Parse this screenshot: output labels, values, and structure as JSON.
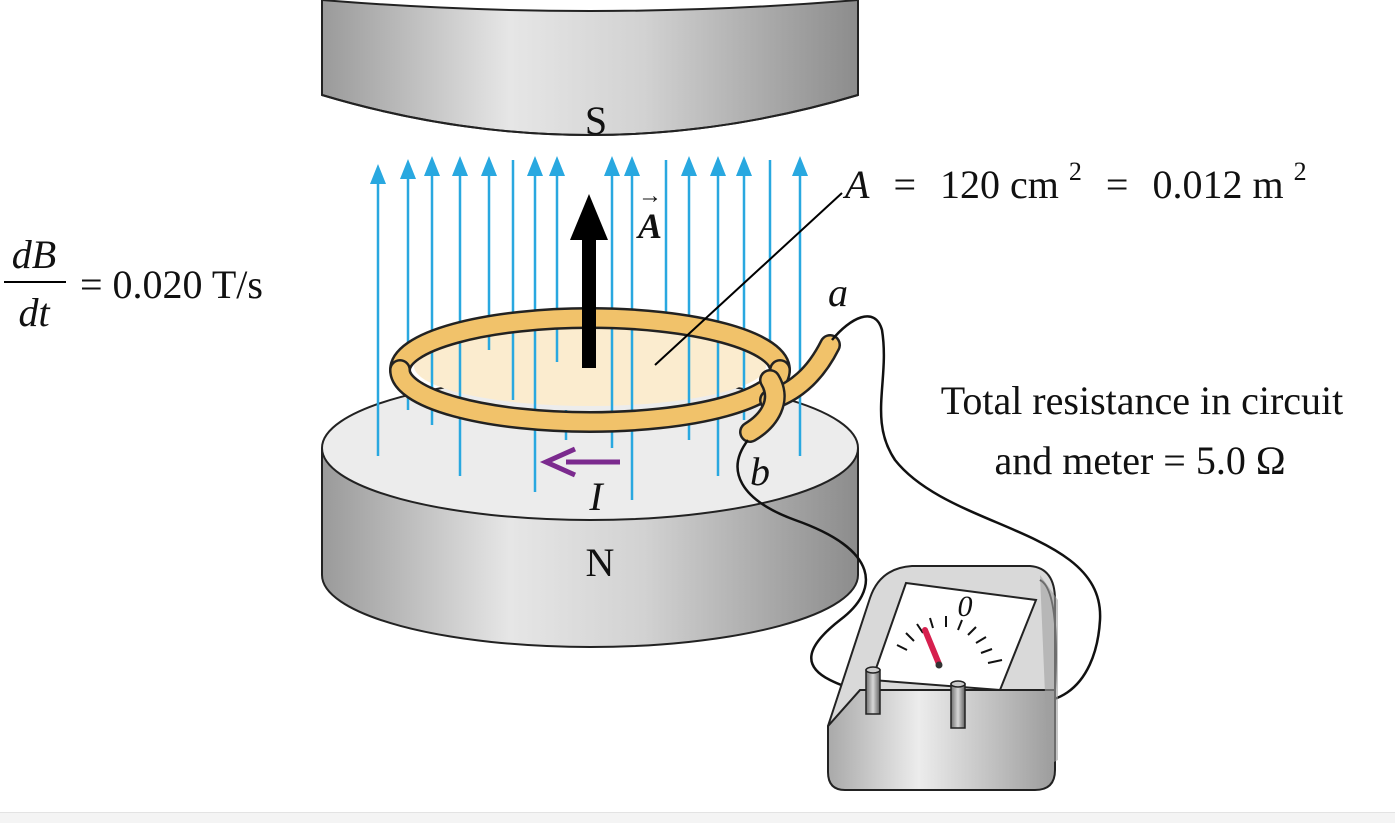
{
  "magnet": {
    "south_label": "S",
    "north_label": "N"
  },
  "area_vector": {
    "letter": "A",
    "arrow": "→"
  },
  "area_label": {
    "var": "A",
    "eq1": "=",
    "value1": "120 cm",
    "exp1": "2",
    "eq2": "=",
    "value2": "0.012 m",
    "exp2": "2"
  },
  "rate": {
    "numerator": "dB",
    "denominator": "dt",
    "value": "= 0.020 T/s"
  },
  "terminals": {
    "a": "a",
    "b": "b"
  },
  "current": {
    "label": "I"
  },
  "resistance": {
    "line1": "Total resistance in circuit",
    "line2": "and meter = 5.0 Ω"
  },
  "meter": {
    "zero_label": "0"
  },
  "colors": {
    "field_lines": "#29a8e0",
    "current_arrow": "#7b2a8e",
    "loop": "#f1c26a",
    "needle": "#d6204e"
  }
}
